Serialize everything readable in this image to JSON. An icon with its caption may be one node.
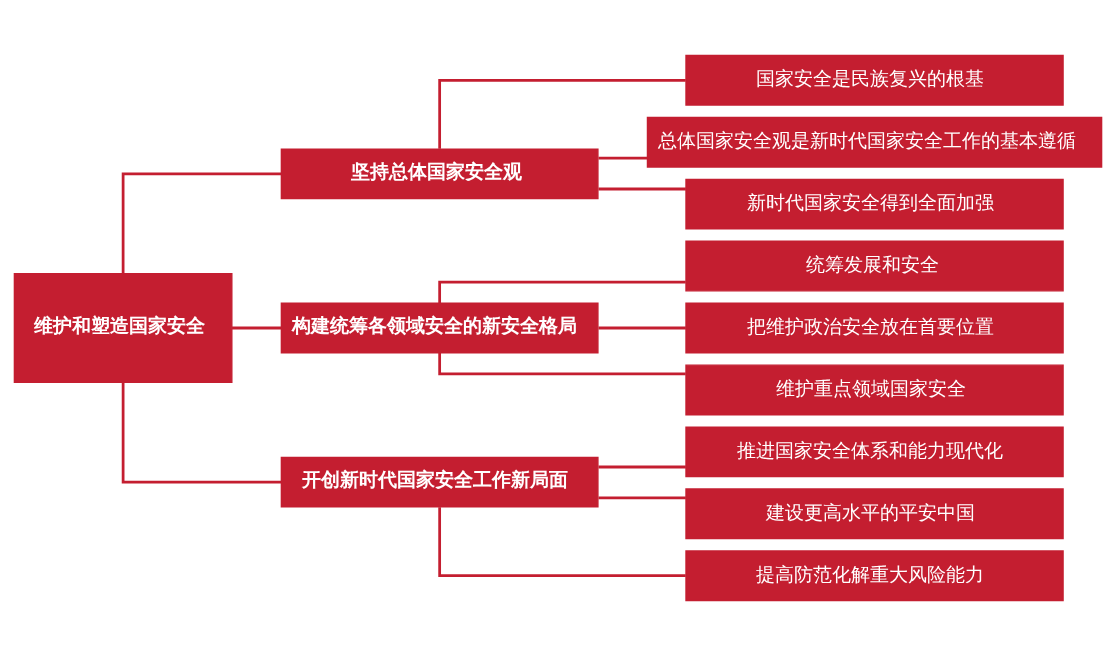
{
  "diagram": {
    "nodes": [
      {
        "text": [
          "维护和塑造国家安全"
        ]
      },
      {
        "text": [
          "坚持总体国家安全观"
        ]
      },
      {
        "text": [
          "构建统筹各领域安全的新安全格局"
        ]
      },
      {
        "text": [
          "开创新时代国家安全工作新局面"
        ]
      },
      {
        "text": [
          "国家安全是民族复兴的根基"
        ]
      },
      {
        "text": [
          "总体国家安全观是新时代国家安全工作的基本遵循"
        ]
      },
      {
        "text": [
          "新时代国家安全得到全面加强"
        ]
      },
      {
        "text": [
          "统筹发展和安全"
        ]
      },
      {
        "text": [
          "把维护政治安全放在首要位置"
        ]
      },
      {
        "text": [
          "维护重点领域国家安全"
        ]
      },
      {
        "text": [
          "推进国家安全体系和能力现代化"
        ]
      },
      {
        "text": [
          "建设更高水平的平安中国"
        ]
      },
      {
        "text": [
          "提高防范化解重大风险能力"
        ]
      }
    ],
    "edges": [
      {
        "from": 0,
        "to": 1,
        "arrow": "none"
      },
      {
        "from": 0,
        "to": 2,
        "arrow": "none"
      },
      {
        "from": 0,
        "to": 3,
        "arrow": "none"
      },
      {
        "from": 1,
        "to": 4,
        "arrow": "none"
      },
      {
        "from": 1,
        "to": 5,
        "arrow": "none"
      },
      {
        "from": 1,
        "to": 6,
        "arrow": "none"
      },
      {
        "from": 2,
        "to": 7,
        "arrow": "none"
      },
      {
        "from": 2,
        "to": 8,
        "arrow": "none"
      },
      {
        "from": 2,
        "to": 9,
        "arrow": "none"
      },
      {
        "from": 3,
        "to": 10,
        "arrow": "none"
      },
      {
        "from": 3,
        "to": 11,
        "arrow": "none"
      },
      {
        "from": 3,
        "to": 12,
        "arrow": "none"
      }
    ]
  }
}
